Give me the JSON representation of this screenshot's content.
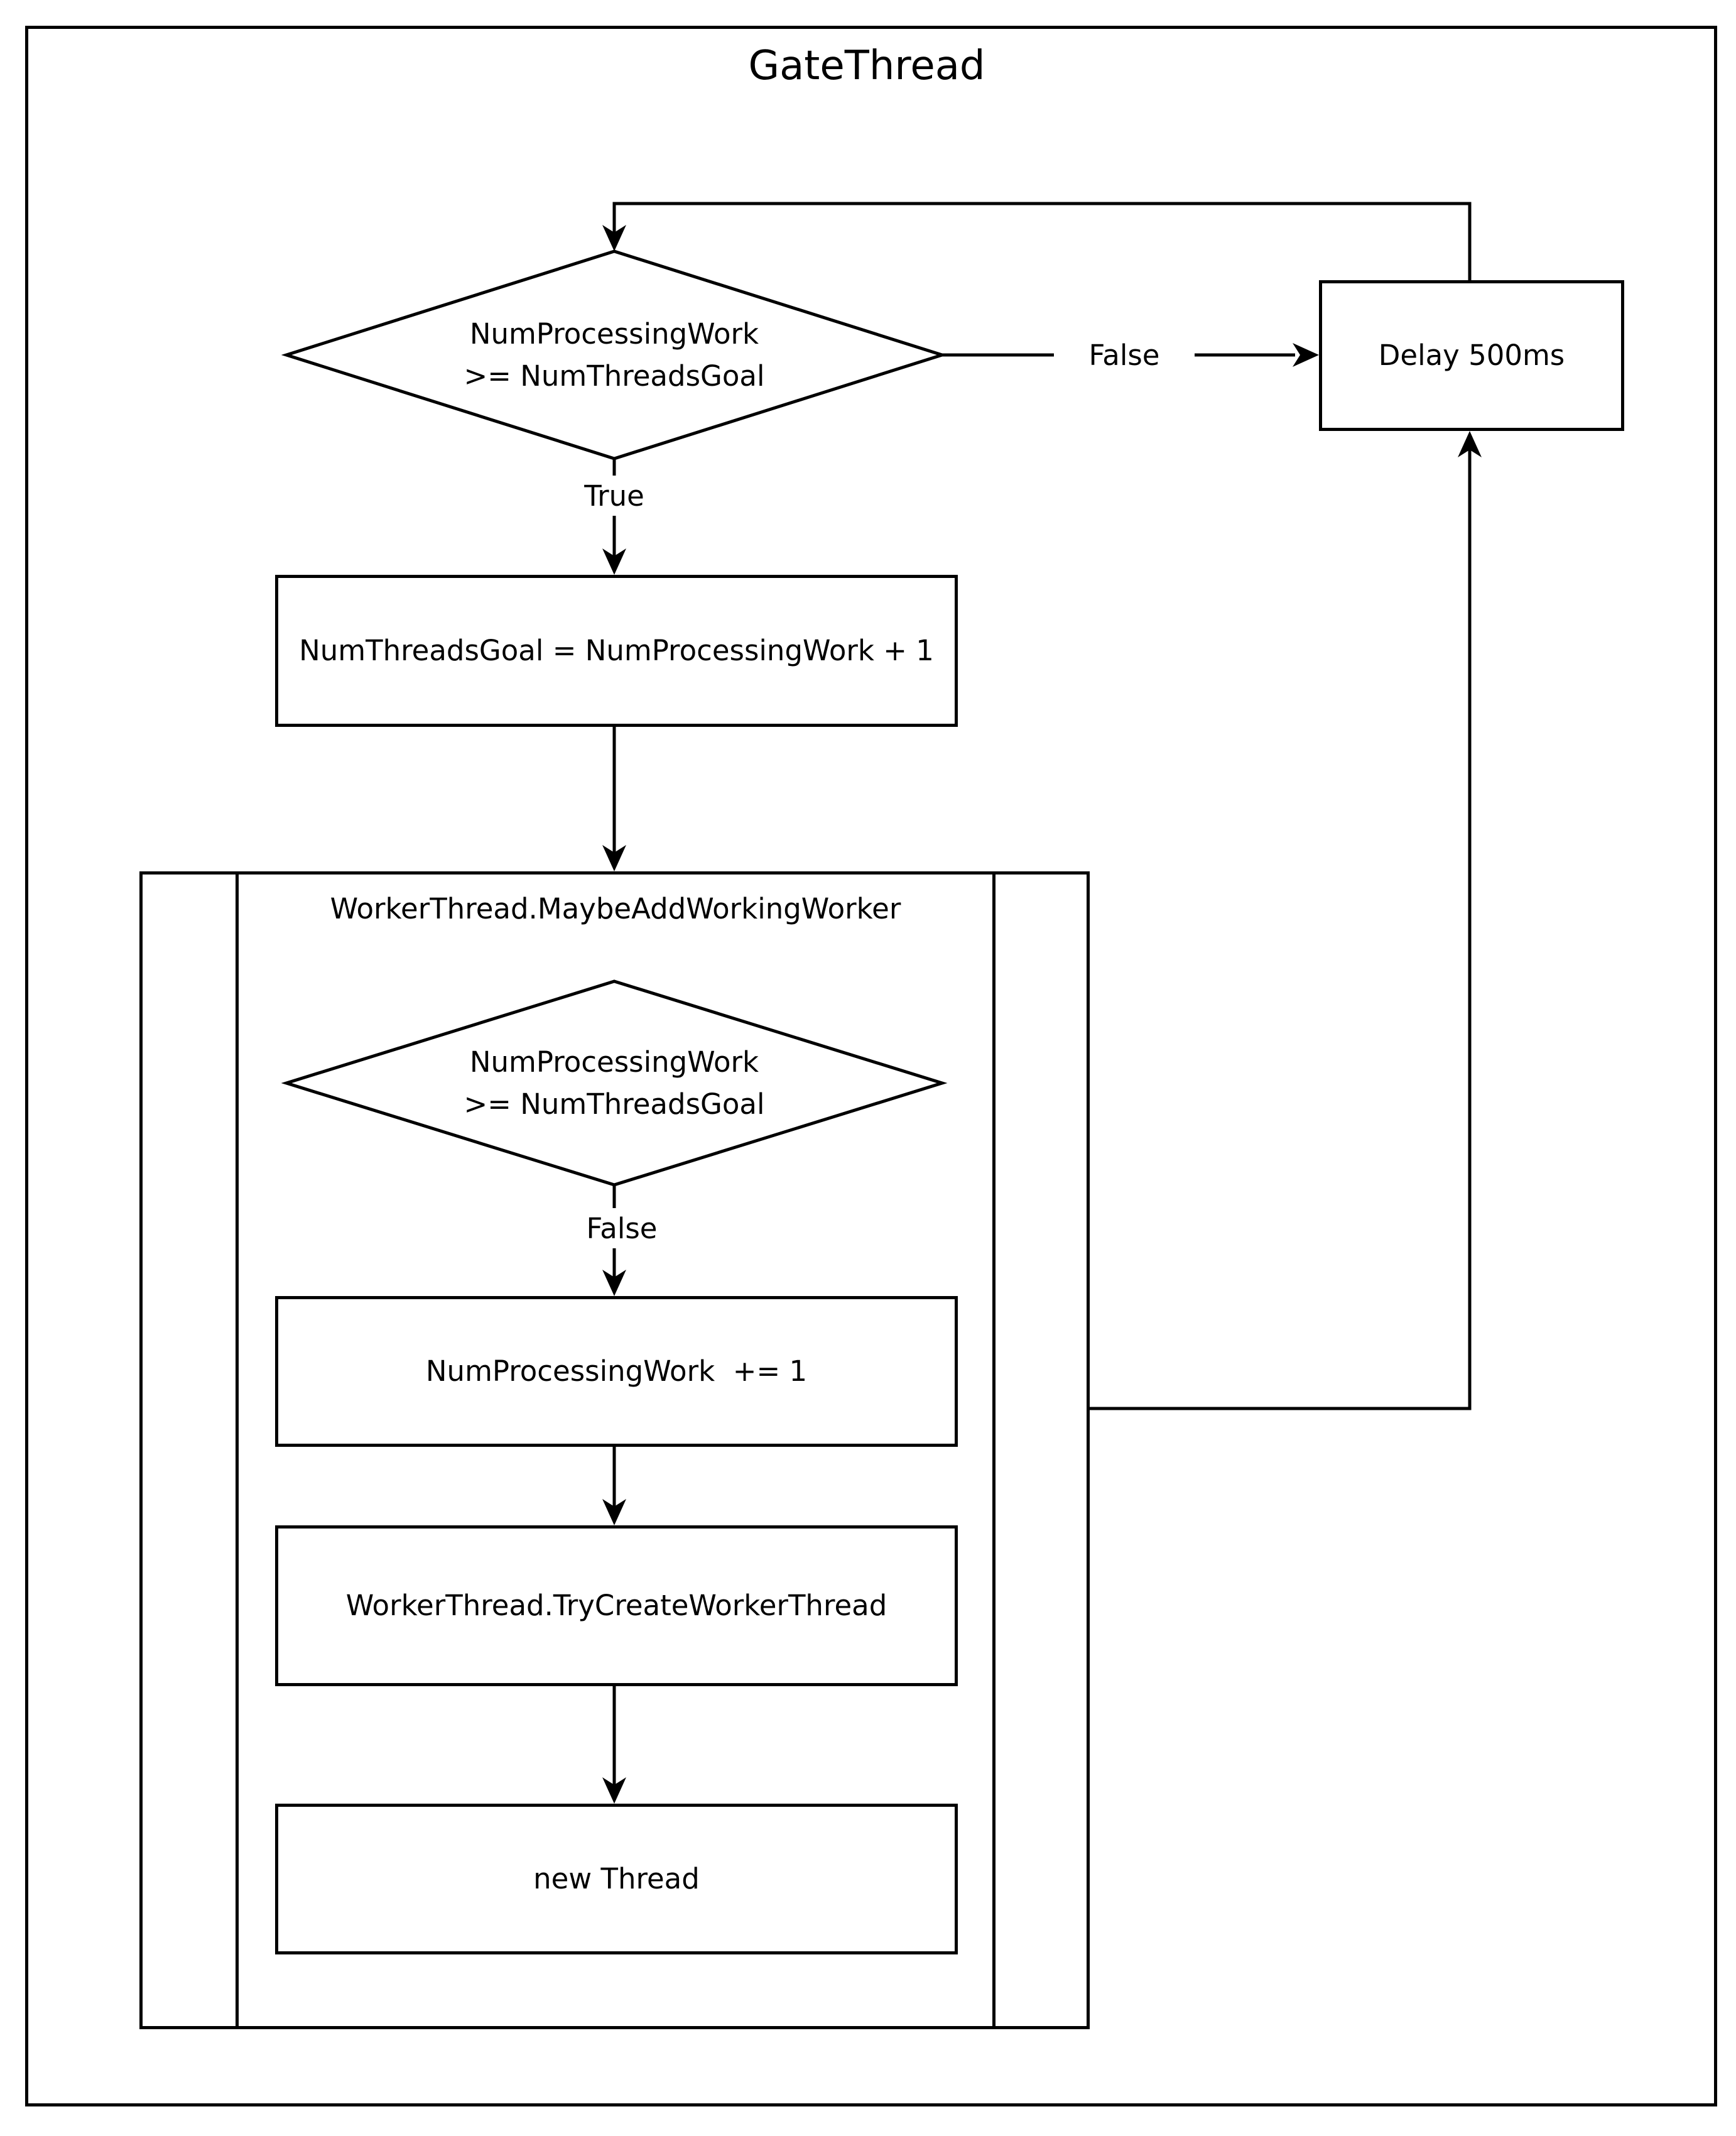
{
  "diagram": {
    "title": "GateThread",
    "nodes": {
      "outer_decision": {
        "line1": "NumProcessingWork",
        "line2": ">= NumThreadsGoal"
      },
      "delay": {
        "label": "Delay 500ms"
      },
      "set_goal": {
        "label": "NumThreadsGoal = NumProcessingWork + 1"
      },
      "subprocess": {
        "title": "WorkerThread.MaybeAddWorkingWorker"
      },
      "inner_decision": {
        "line1": "NumProcessingWork",
        "line2": ">= NumThreadsGoal"
      },
      "increment": {
        "label": "NumProcessingWork  += 1"
      },
      "try_create": {
        "label": "WorkerThread.TryCreateWorkerThread"
      },
      "new_thread": {
        "label": "new Thread"
      }
    },
    "edge_labels": {
      "outer_true": "True",
      "outer_false": "False",
      "inner_false": "False"
    },
    "colors": {
      "stroke": "#000000",
      "background": "#ffffff"
    }
  }
}
